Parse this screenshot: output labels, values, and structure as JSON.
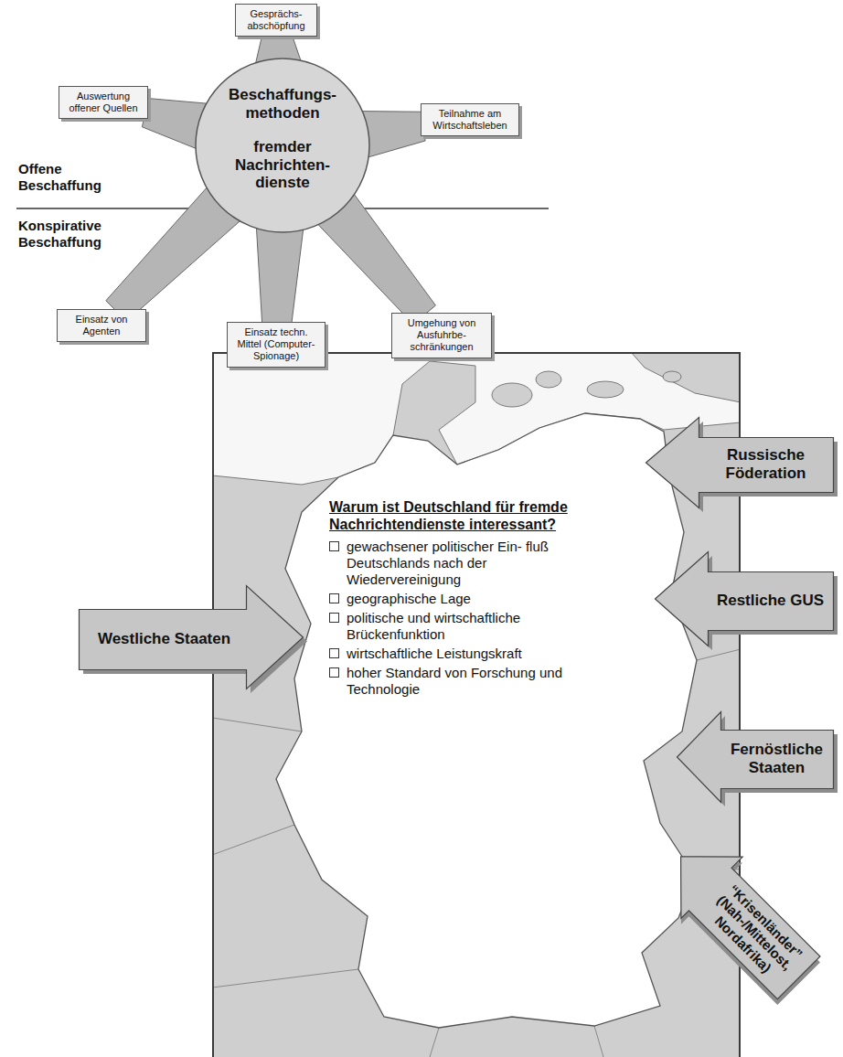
{
  "diagram": {
    "nodes": [
      {
        "text": [
          "Beschaffungs- methoden",
          "fremder Nachrichten- dienste"
        ]
      },
      {
        "text": [
          "Gesprächs- abschöpfung"
        ]
      },
      {
        "text": [
          "Auswertung offener Quellen"
        ]
      },
      {
        "text": [
          "Teilnahme am Wirtschaftsleben"
        ]
      },
      {
        "text": [
          "Einsatz von Agenten"
        ]
      },
      {
        "text": [
          "Einsatz techn. Mittel (Computer- Spionage)"
        ]
      },
      {
        "text": [
          "Umgehung von Ausfuhrbe- schränkungen"
        ]
      },
      {
        "text": [
          "Warum ist Deutschland für fremde Nachrichtendienste interessant?",
          "gewachsener politischer Ein- fluß Deutschlands nach der Wiedervereinigung",
          "geographische Lage",
          "politische und wirtschaftliche Brückenfunktion",
          "wirtschaftliche Leistungskraft",
          "hoher Standard von Forschung und Technologie"
        ]
      },
      {
        "text": [
          "Russische Föderation"
        ]
      },
      {
        "text": [
          "Restliche GUS"
        ]
      },
      {
        "text": [
          "Westliche Staaten"
        ]
      },
      {
        "text": [
          "Fernöstliche Staaten"
        ]
      },
      {
        "text": [
          "“Krisenländer” (Nah-/Mittelost, Nordafrika)"
        ]
      }
    ],
    "edges": [
      {
        "from": 1,
        "to": 0,
        "arrow": "none"
      },
      {
        "from": 2,
        "to": 0,
        "arrow": "none"
      },
      {
        "from": 3,
        "to": 0,
        "arrow": "none"
      },
      {
        "from": 4,
        "to": 0,
        "arrow": "none"
      },
      {
        "from": 5,
        "to": 0,
        "arrow": "none"
      },
      {
        "from": 6,
        "to": 0,
        "arrow": "none"
      }
    ],
    "labels": [
      "Offene Beschaffung",
      "Konspirative Beschaffung"
    ]
  }
}
